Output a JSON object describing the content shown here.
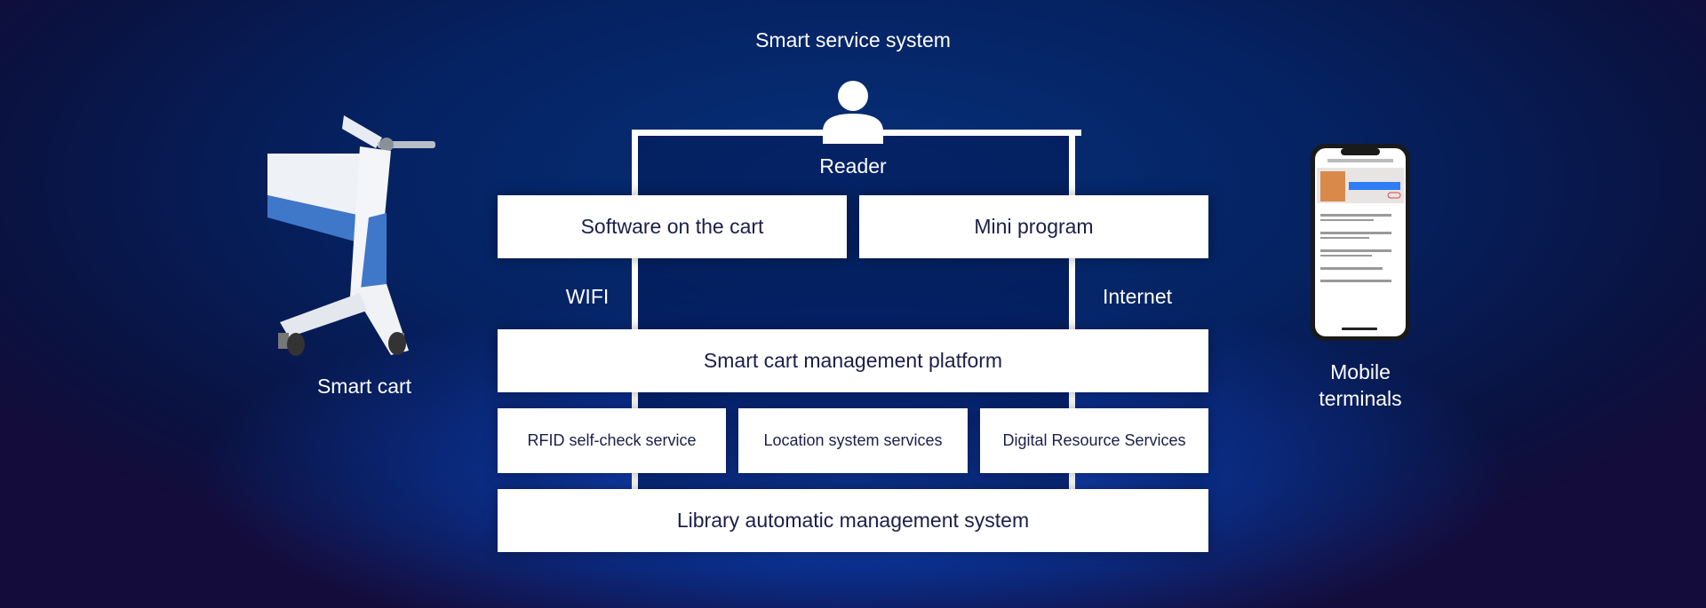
{
  "title": "Smart service system",
  "reader": {
    "label": "Reader",
    "icon": "person-icon"
  },
  "top_boxes": [
    {
      "label": "Software on the cart"
    },
    {
      "label": "Mini program"
    }
  ],
  "connections": {
    "left": "WIFI",
    "right": "Internet"
  },
  "platform": {
    "label": "Smart cart management platform"
  },
  "services": [
    {
      "label": "RFID self-check service"
    },
    {
      "label": "Location system services"
    },
    {
      "label": "Digital Resource Services"
    }
  ],
  "base": {
    "label": "Library automatic management system"
  },
  "left_device": {
    "label": "Smart cart"
  },
  "right_device": {
    "label_line1": "Mobile",
    "label_line2": "terminals"
  },
  "colors": {
    "box_text": "#1b1f4a",
    "background": "#052160",
    "cart_accent": "#3f78c8"
  }
}
